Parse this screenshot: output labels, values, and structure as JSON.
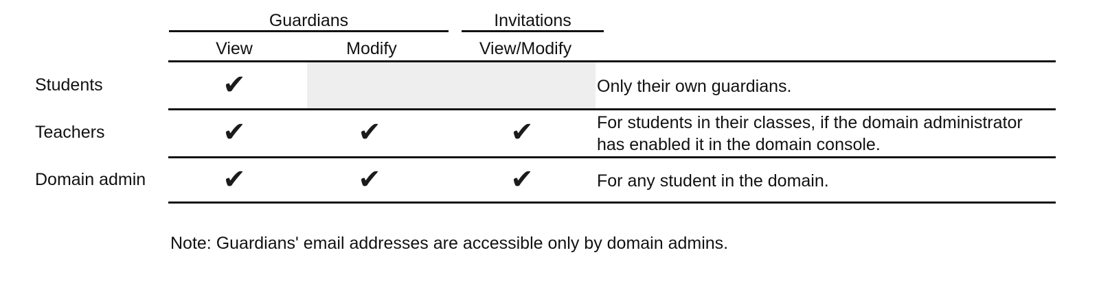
{
  "table": {
    "column_groups": [
      {
        "label": "Guardians",
        "spans": [
          "View",
          "Modify"
        ]
      },
      {
        "label": "Invitations",
        "spans": [
          "View/Modify"
        ]
      }
    ],
    "columns": [
      {
        "key": "role",
        "header": ""
      },
      {
        "key": "g_view",
        "header": "View"
      },
      {
        "key": "g_modify",
        "header": "Modify"
      },
      {
        "key": "i_viewmod",
        "header": "View/Modify"
      },
      {
        "key": "notes",
        "header": ""
      }
    ],
    "check_glyph": "✔",
    "shade_color": "#eeeeee",
    "rule_color": "#111111",
    "rows": [
      {
        "role": "Students",
        "g_view": "✔",
        "g_modify": "",
        "g_modify_shaded": true,
        "i_viewmod": "",
        "i_viewmod_shaded": true,
        "notes_line1": "Only their own guardians.",
        "notes_line2": ""
      },
      {
        "role": "Teachers",
        "g_view": "✔",
        "g_modify": "✔",
        "g_modify_shaded": false,
        "i_viewmod": "✔",
        "i_viewmod_shaded": false,
        "notes_line1": "For students in their classes, if the domain administrator",
        "notes_line2": "has enabled it in the domain console."
      },
      {
        "role": "Domain admin",
        "g_view": "✔",
        "g_modify": "✔",
        "g_modify_shaded": false,
        "i_viewmod": "✔",
        "i_viewmod_shaded": false,
        "notes_line1": "For any student in the domain.",
        "notes_line2": ""
      }
    ]
  },
  "footnote": {
    "text": "Note: Guardians' email addresses are accessible only by domain admins."
  }
}
